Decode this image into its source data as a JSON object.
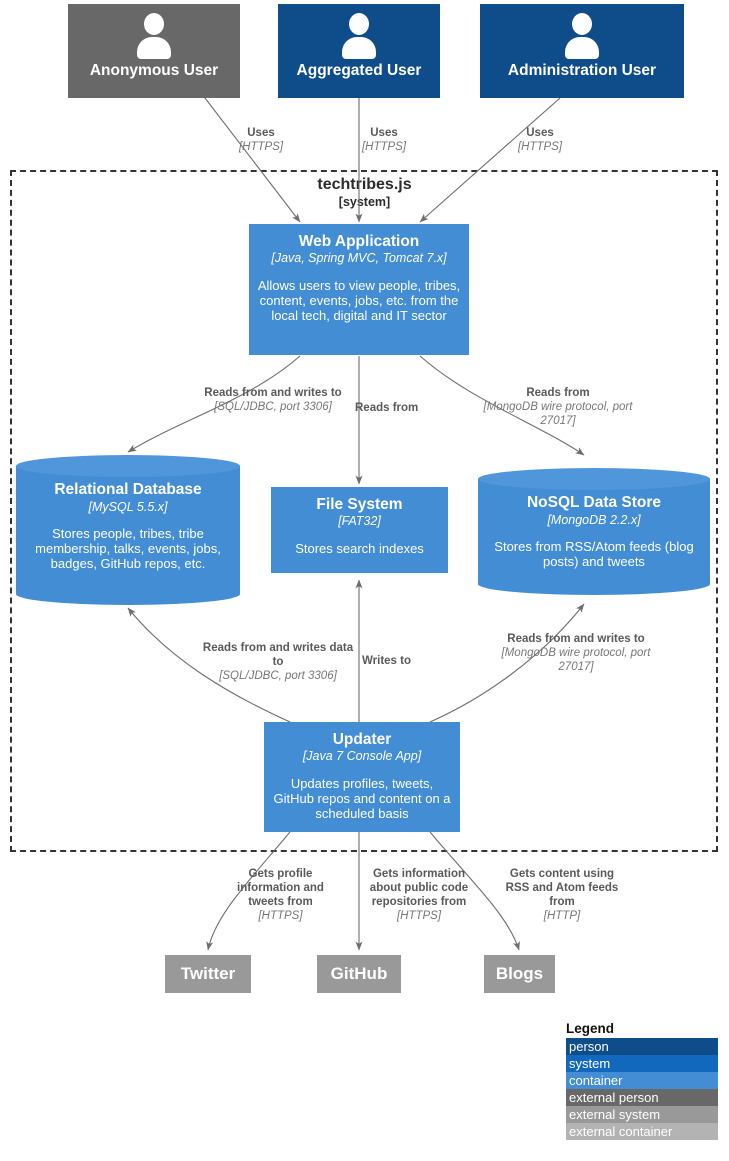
{
  "colors": {
    "person": "#0e4c8a",
    "system": "#1168bd",
    "container": "#438dd5",
    "external_person": "#686868",
    "external_system": "#999999",
    "external_container": "#b3b3b3",
    "boundary": "#333333",
    "edge": "#707070",
    "label_bold": "#595959",
    "label_italic": "#777777"
  },
  "boundary": {
    "name": "techtribes.js",
    "type": "[system]"
  },
  "people": [
    {
      "id": "anonymous-user",
      "name": "Anonymous User",
      "kind": "external_person",
      "icon": "person-icon"
    },
    {
      "id": "aggregated-user",
      "name": "Aggregated User",
      "kind": "person",
      "icon": "person-icon"
    },
    {
      "id": "administration-user",
      "name": "Administration User",
      "kind": "person",
      "icon": "person-icon"
    }
  ],
  "containers": [
    {
      "id": "web-application",
      "name": "Web Application",
      "tech": "[Java, Spring MVC, Tomcat 7.x]",
      "desc": "Allows users to view people, tribes, content, events, jobs, etc. from the local tech, digital and IT sector",
      "shape": "box"
    },
    {
      "id": "relational-database",
      "name": "Relational Database",
      "tech": "[MySQL 5.5.x]",
      "desc": "Stores people, tribes, tribe membership, talks, events, jobs, badges, GitHub repos, etc.",
      "shape": "cylinder"
    },
    {
      "id": "file-system",
      "name": "File System",
      "tech": "[FAT32]",
      "desc": "Stores search indexes",
      "shape": "box"
    },
    {
      "id": "nosql-data-store",
      "name": "NoSQL Data Store",
      "tech": "[MongoDB 2.2.x]",
      "desc": "Stores from RSS/Atom feeds (blog posts) and tweets",
      "shape": "cylinder"
    },
    {
      "id": "updater",
      "name": "Updater",
      "tech": "[Java 7 Console App]",
      "desc": "Updates profiles, tweets, GitHub repos and content on a scheduled basis",
      "shape": "box"
    }
  ],
  "external_systems": [
    {
      "id": "twitter",
      "name": "Twitter"
    },
    {
      "id": "github",
      "name": "GitHub"
    },
    {
      "id": "blogs",
      "name": "Blogs"
    }
  ],
  "edges": [
    {
      "id": "anonymous-to-web",
      "label": "Uses",
      "protocol": "[HTTPS]"
    },
    {
      "id": "aggregated-to-web",
      "label": "Uses",
      "protocol": "[HTTPS]"
    },
    {
      "id": "admin-to-web",
      "label": "Uses",
      "protocol": "[HTTPS]"
    },
    {
      "id": "web-to-rdbms",
      "label": "Reads from and writes to",
      "protocol": "[SQL/JDBC, port 3306]"
    },
    {
      "id": "web-to-filesystem",
      "label": "Reads from",
      "protocol": ""
    },
    {
      "id": "web-to-nosql",
      "label": "Reads from",
      "protocol": "[MongoDB wire protocol, port 27017]"
    },
    {
      "id": "updater-to-rdbms",
      "label": "Reads from and writes data to",
      "protocol": "[SQL/JDBC, port 3306]"
    },
    {
      "id": "updater-to-filesystem",
      "label": "Writes to",
      "protocol": ""
    },
    {
      "id": "updater-to-nosql",
      "label": "Reads from and writes to",
      "protocol": "[MongoDB wire protocol, port 27017]"
    },
    {
      "id": "updater-to-twitter",
      "label": "Gets profile information and tweets from",
      "protocol": "[HTTPS]"
    },
    {
      "id": "updater-to-github",
      "label": "Gets information about public code repositories from",
      "protocol": "[HTTPS]"
    },
    {
      "id": "updater-to-blogs",
      "label": "Gets content using RSS and Atom feeds from",
      "protocol": "[HTTP]"
    }
  ],
  "legend": {
    "title": "Legend",
    "items": [
      {
        "label": "person",
        "color": "#0e4c8a"
      },
      {
        "label": "system",
        "color": "#1168bd"
      },
      {
        "label": "container",
        "color": "#438dd5"
      },
      {
        "label": "external person",
        "color": "#686868"
      },
      {
        "label": "external system",
        "color": "#999999"
      },
      {
        "label": "external container",
        "color": "#b3b3b3"
      }
    ]
  }
}
